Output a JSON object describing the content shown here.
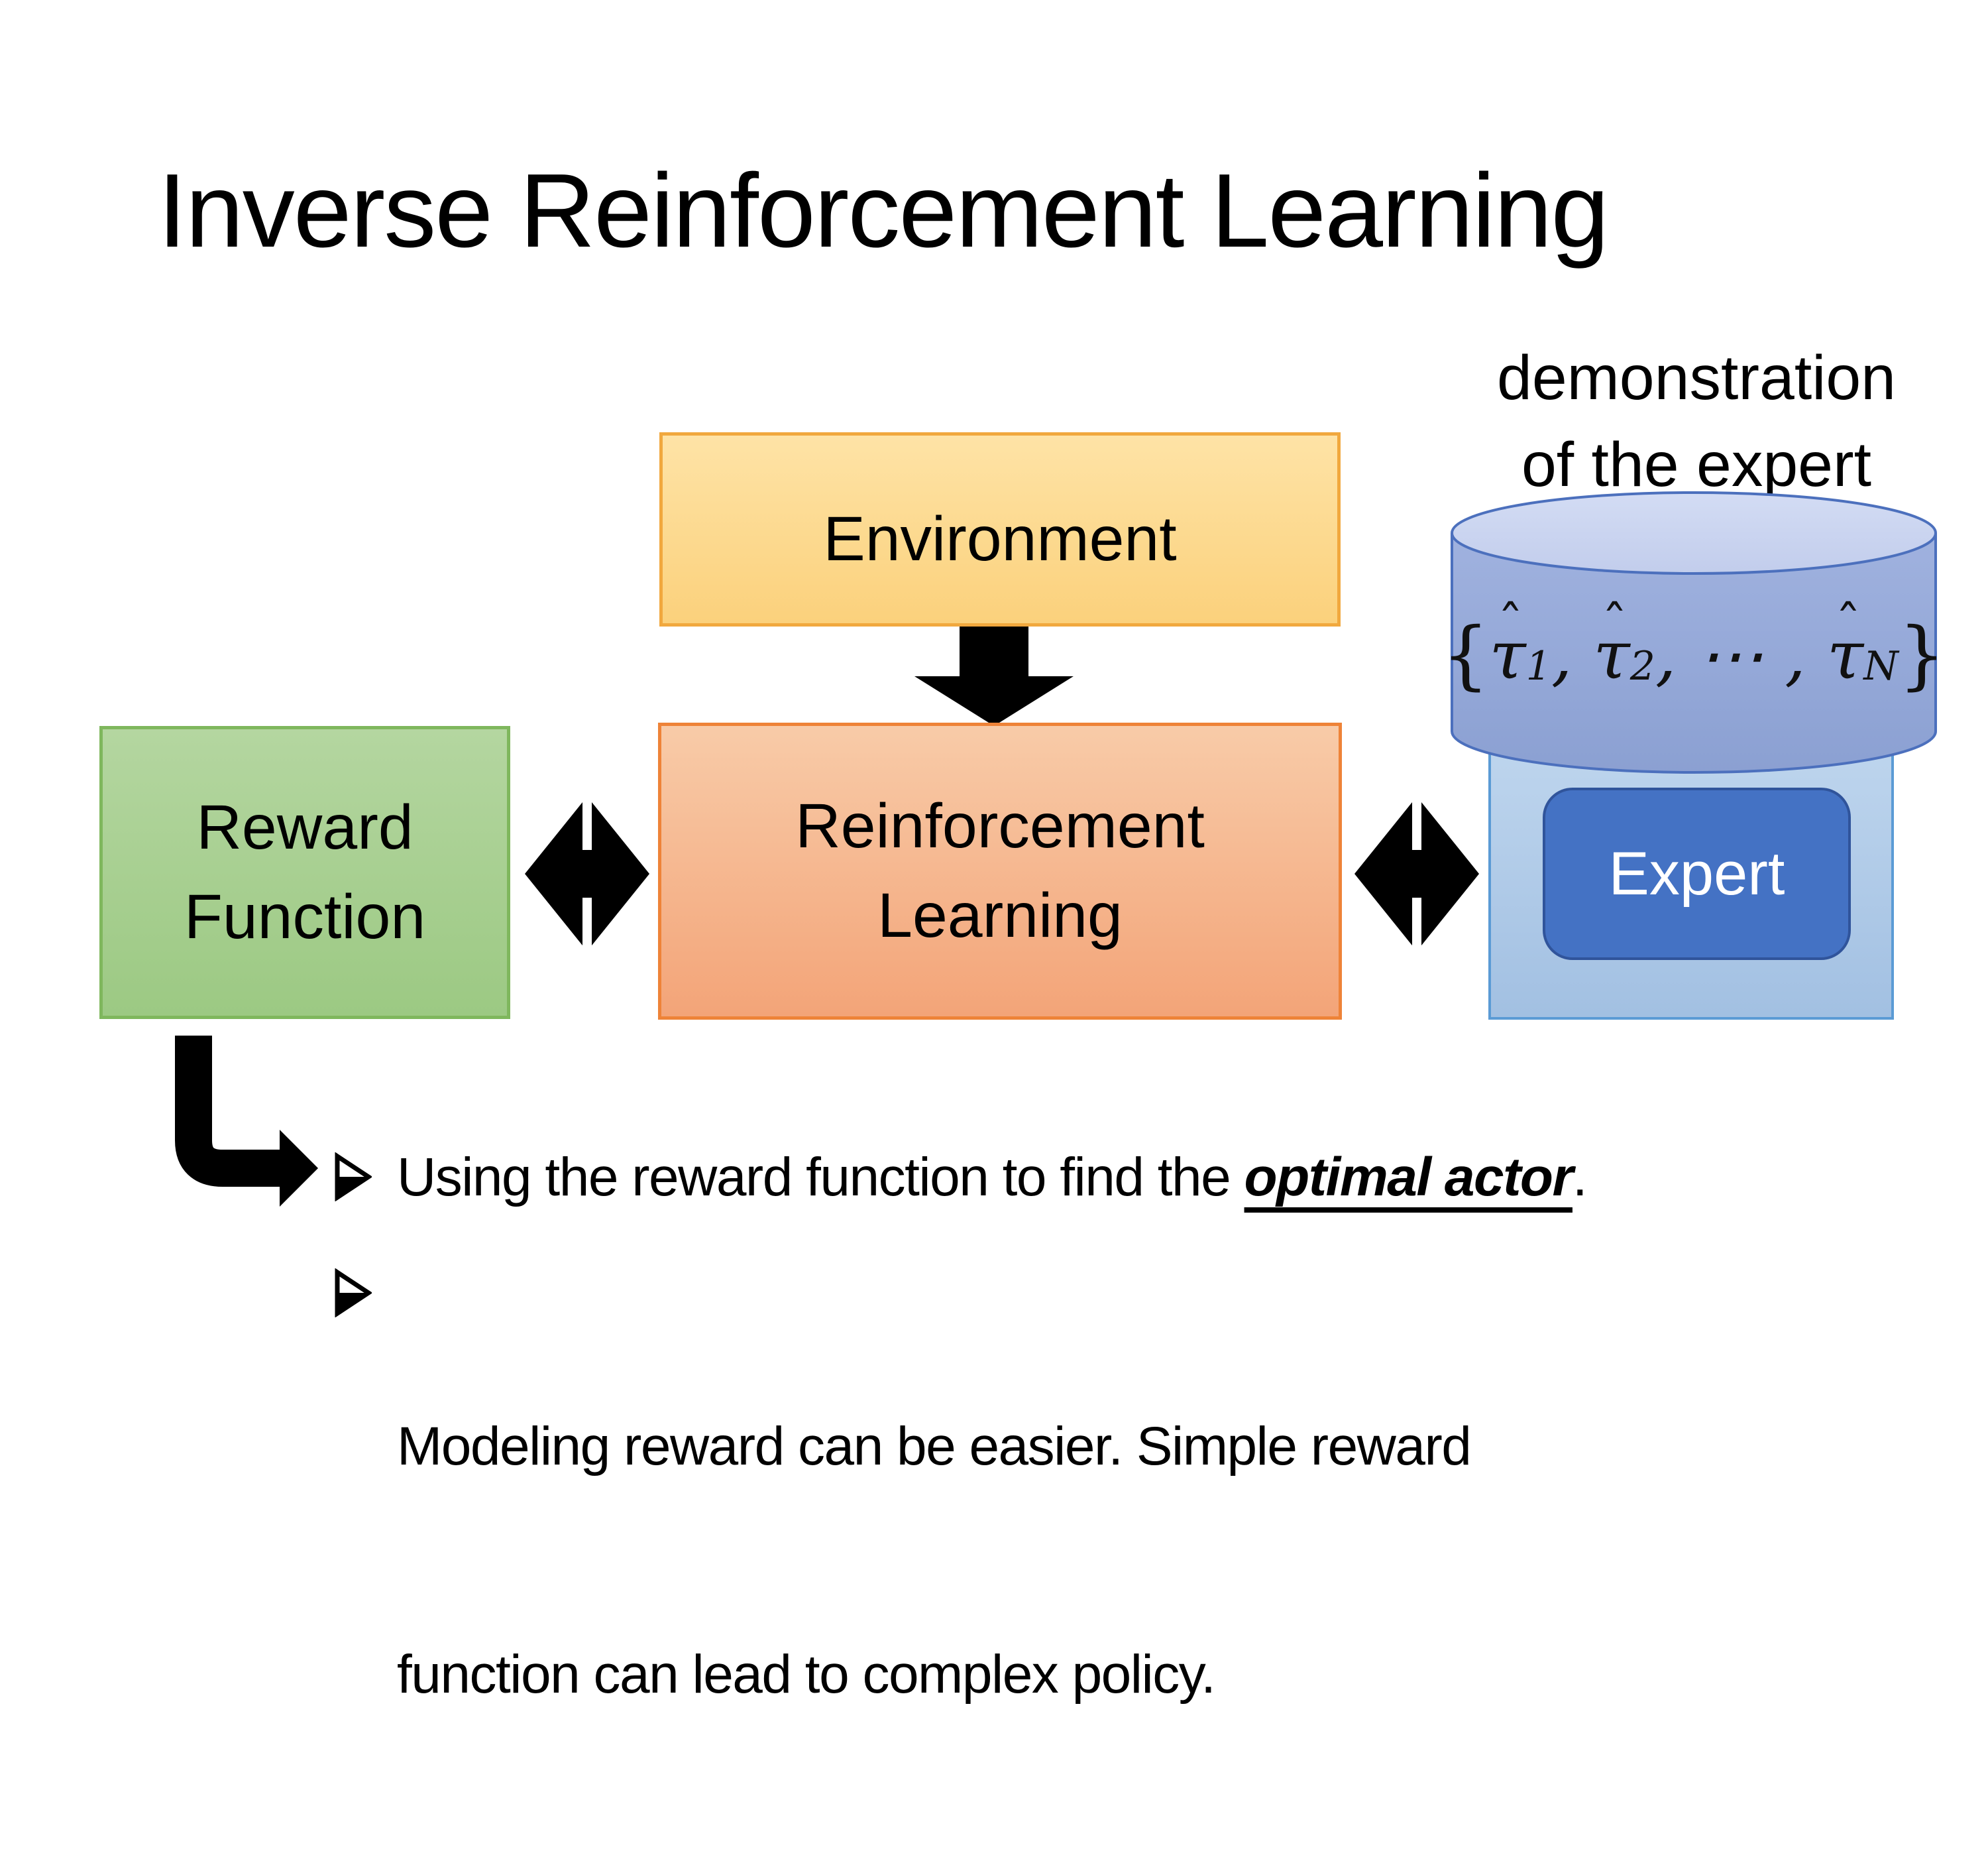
{
  "slide": {
    "title": "Inverse Reinforcement Learning",
    "demo_label": {
      "line1": "demonstration",
      "line2": "of the expert"
    },
    "boxes": {
      "environment": "Environment",
      "reward": {
        "line1": "Reward",
        "line2": "Function"
      },
      "rl": {
        "line1": "Reinforcement",
        "line2": "Learning"
      },
      "expert": "Expert"
    },
    "formula": {
      "open": "{",
      "close": "}",
      "base": "τ",
      "hat": "ˆ",
      "terms": [
        {
          "sub": "1",
          "sep": ", "
        },
        {
          "sub": "2",
          "sep": ", ⋯ , "
        },
        {
          "sub": "N",
          "sep": ""
        }
      ]
    },
    "bullets": {
      "marker": "➢",
      "item1": {
        "pre": "Using the reward function to find the ",
        "emphasis": "optimal actor",
        "post": "."
      },
      "item2": {
        "line1": "Modeling reward can be easier. Simple reward",
        "line2": "function can lead to complex policy."
      }
    },
    "colors": {
      "environment_fill_top": "#FEE3A6",
      "environment_fill_bottom": "#FBD17C",
      "environment_border": "#F1A83E",
      "reward_fill_top": "#B4D6A0",
      "reward_fill_bottom": "#9CC983",
      "reward_border": "#7FB75D",
      "rl_fill_top": "#F8CBA8",
      "rl_fill_bottom": "#F3A478",
      "rl_border": "#EE8338",
      "expert_panel_fill": "#B4CCE8",
      "expert_panel_border": "#5B9BD5",
      "cylinder_body_top": "#A0B2DF",
      "cylinder_body_bottom": "#8BA0D2",
      "cylinder_top_face": "#CBD5F0",
      "cylinder_border": "#4C70BD",
      "expert_fill": "#4472C4",
      "expert_border": "#30549B",
      "arrow": "#000000",
      "text": "#000000",
      "expert_text": "#FFFFFF",
      "background": "#FFFFFF"
    }
  }
}
